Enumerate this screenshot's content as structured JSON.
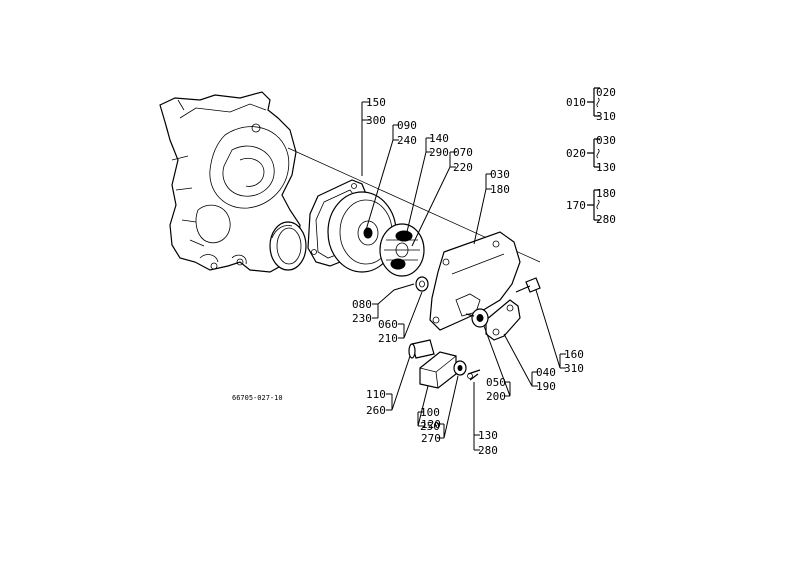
{
  "labels": {
    "l150": "150",
    "l300": "300",
    "l090": "090",
    "l240": "240",
    "l140": "140",
    "l290": "290",
    "l070": "070",
    "l220": "220",
    "l030": "030",
    "l180": "180",
    "l080": "080",
    "l230": "230",
    "l060": "060",
    "l210": "210",
    "l110": "110",
    "l260": "260",
    "l100": "100",
    "l250": "250",
    "l120": "120",
    "l270": "270",
    "l130": "130",
    "l280": "280",
    "l050": "050",
    "l200": "200",
    "l040": "040",
    "l190": "190",
    "l160": "160",
    "l310": "310"
  },
  "legend": [
    {
      "key": "010",
      "top": "020",
      "bottom": "310"
    },
    {
      "key": "020",
      "top": "030",
      "bottom": "130"
    },
    {
      "key": "170",
      "top": "180",
      "bottom": "280"
    }
  ],
  "figure_code": "66705-027-10"
}
